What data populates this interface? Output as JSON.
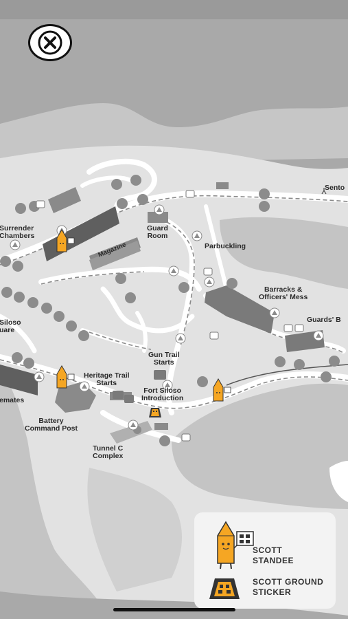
{
  "close_button": {
    "icon": "close-icon"
  },
  "map": {
    "labels": {
      "surrender_chambers": "Surrender\nChambers",
      "magazine": "Magazine",
      "guard_room": "Guard\nRoom",
      "parbuckling": "Parbuckling",
      "sentosa": "Sento",
      "barracks": "Barracks &\nOfficers' Mess",
      "guards_b": "Guards' B",
      "siloso_square": "Siloso\nuare",
      "gun_trail": "Gun Trail\nStarts",
      "heritage_trail": "Heritage Trail\nStarts",
      "fort_siloso_intro": "Fort Siloso\nIntroduction",
      "casemates": "emates",
      "battery_command": "Battery\nCommand Post",
      "tunnel_c": "Tunnel C\nComplex"
    },
    "colors": {
      "sea": "#a9a9a9",
      "land": "#e2e2e2",
      "path": "#ffffff",
      "building": "#6d6d6d",
      "marker": "#f5a623"
    }
  },
  "legend": {
    "standee_label": "SCOTT\nSTANDEE",
    "sticker_label": "SCOTT GROUND\nSTICKER",
    "standee_icon": "scott-standee-icon",
    "sticker_icon": "scott-ground-sticker-icon"
  }
}
